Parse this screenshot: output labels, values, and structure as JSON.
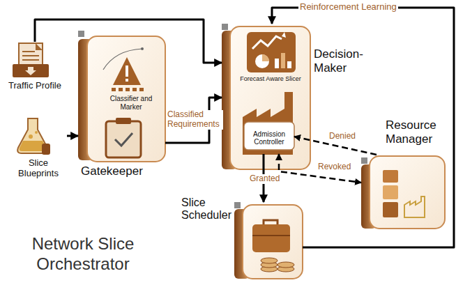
{
  "diagram": {
    "title": "Network Slice Orchestrator",
    "nodes": [
      {
        "text": [
          "Traffic Profile"
        ]
      },
      {
        "text": [
          "Slice Blueprints"
        ]
      },
      {
        "text": [
          "Classifier and Marker",
          "Gatekeeper"
        ]
      },
      {
        "text": [
          "Decision-Maker"
        ]
      },
      {
        "text": [
          "Forecast Aware Slicer"
        ],
        "in": 3
      },
      {
        "text": [
          "Admission Controller"
        ],
        "in": 3
      },
      {
        "text": [
          "Resource Manager"
        ]
      },
      {
        "text": [
          "Slice Scheduler"
        ]
      }
    ],
    "edges": [
      {
        "from": 0,
        "to": 3,
        "arrow": "to"
      },
      {
        "from": 1,
        "to": 2,
        "arrow": "to"
      },
      {
        "from": 2,
        "to": 3,
        "label": "Classified Requirements",
        "arrow": "to"
      },
      {
        "from": 6,
        "to": 5,
        "label": "Denied",
        "arrow": "to"
      },
      {
        "from": 5,
        "to": 6,
        "label": "Revoked",
        "arrow": "both"
      },
      {
        "from": 5,
        "to": 7,
        "label": "Granted",
        "arrow": "to"
      },
      {
        "from": 7,
        "to": 3,
        "label": "Reinforcement Learning",
        "arrow": "to"
      }
    ]
  }
}
